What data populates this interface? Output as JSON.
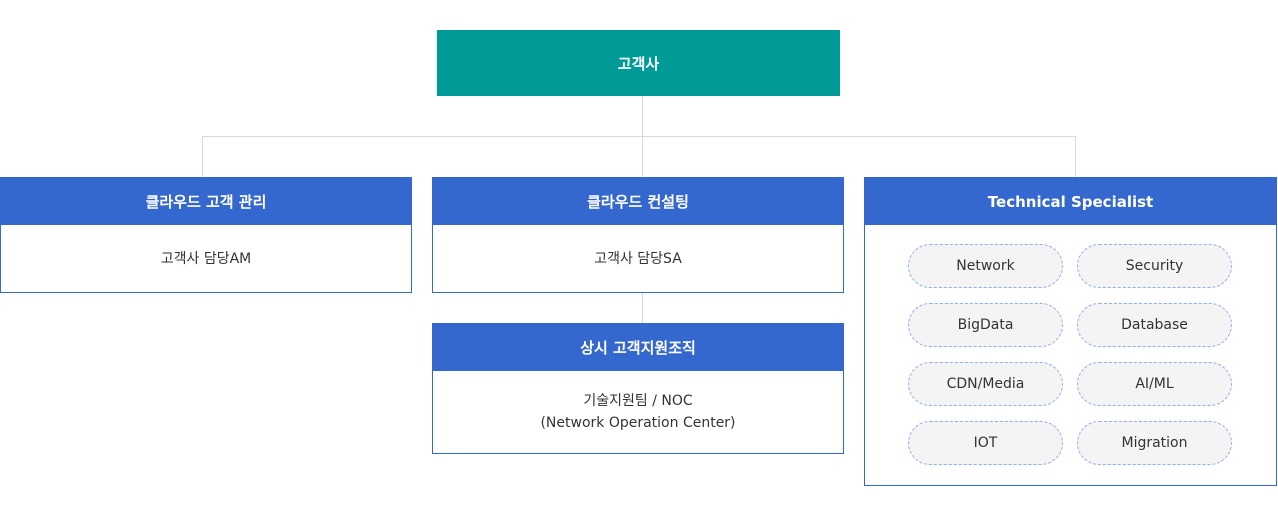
{
  "top": {
    "label": "고객사"
  },
  "boxes": {
    "cloud_mgmt": {
      "title": "클라우드 고객 관리",
      "body": "고객사 담당AM"
    },
    "cloud_consult": {
      "title": "클라우드 컨설팅",
      "body": "고객사 담당SA"
    },
    "support_org": {
      "title": "상시 고객지원조직",
      "body_line1": "기술지원팀 / NOC",
      "body_line2": "(Network Operation Center)"
    },
    "tech": {
      "title": "Technical Specialist",
      "pills": [
        "Network",
        "Security",
        "BigData",
        "Database",
        "CDN/Media",
        "AI/ML",
        "IOT",
        "Migration"
      ]
    }
  },
  "colors": {
    "teal": "#009a97",
    "blue": "#3568cf",
    "connector": "#d9d9d9"
  }
}
